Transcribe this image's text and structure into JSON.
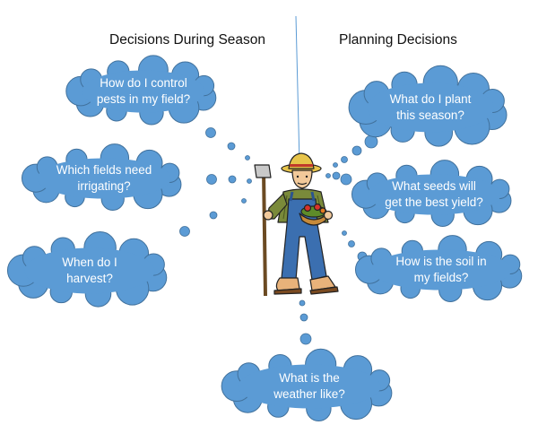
{
  "headings": {
    "left": "Decisions During Season",
    "right": "Planning Decisions"
  },
  "clouds": {
    "pests": [
      "How do I control",
      "pests in my field?"
    ],
    "irrigate": [
      "Which fields need",
      "irrigating?"
    ],
    "harvest": [
      "When do I",
      "harvest?"
    ],
    "plant": [
      "What  do I plant",
      "this season?"
    ],
    "seeds": [
      "What seeds will",
      "get the best yield?"
    ],
    "soil": [
      "How is the soil in",
      "my fields?"
    ],
    "weather": [
      "What is the",
      "weather like?"
    ]
  },
  "colors": {
    "cloud_fill": "#5b9bd5",
    "cloud_stroke": "#41719c",
    "divider": "#5b9bd5"
  }
}
